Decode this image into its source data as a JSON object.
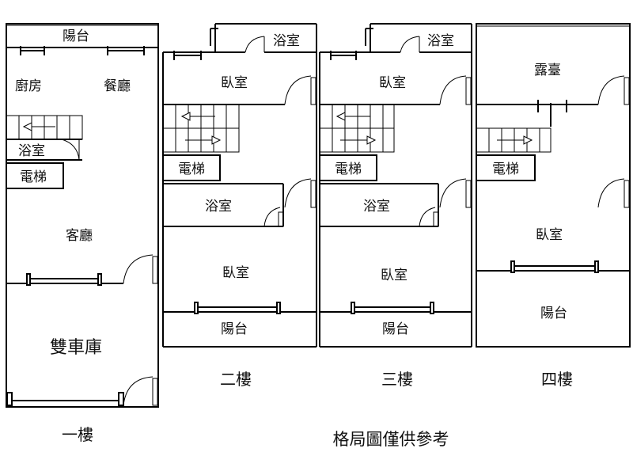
{
  "floor1": {
    "label": "一樓",
    "rooms": {
      "balcony": "陽台",
      "kitchen": "廚房",
      "dining": "餐廳",
      "bathroom": "浴室",
      "elevator": "電梯",
      "living": "客廳",
      "garage": "雙車庫"
    }
  },
  "floor2": {
    "label": "二樓",
    "rooms": {
      "bathroom_top": "浴室",
      "bedroom_top": "臥室",
      "elevator": "電梯",
      "bathroom_mid": "浴室",
      "bedroom_bottom": "臥室",
      "balcony": "陽台"
    }
  },
  "floor3": {
    "label": "三樓",
    "rooms": {
      "bathroom_top": "浴室",
      "bedroom_top": "臥室",
      "elevator": "電梯",
      "bathroom_mid": "浴室",
      "bedroom_bottom": "臥室",
      "balcony": "陽台"
    }
  },
  "floor4": {
    "label": "四樓",
    "rooms": {
      "terrace": "露臺",
      "elevator": "電梯",
      "bedroom": "臥室",
      "balcony": "陽台"
    }
  },
  "footnote": "格局圖僅供參考",
  "colors": {
    "line": "#000000",
    "background": "#ffffff"
  }
}
